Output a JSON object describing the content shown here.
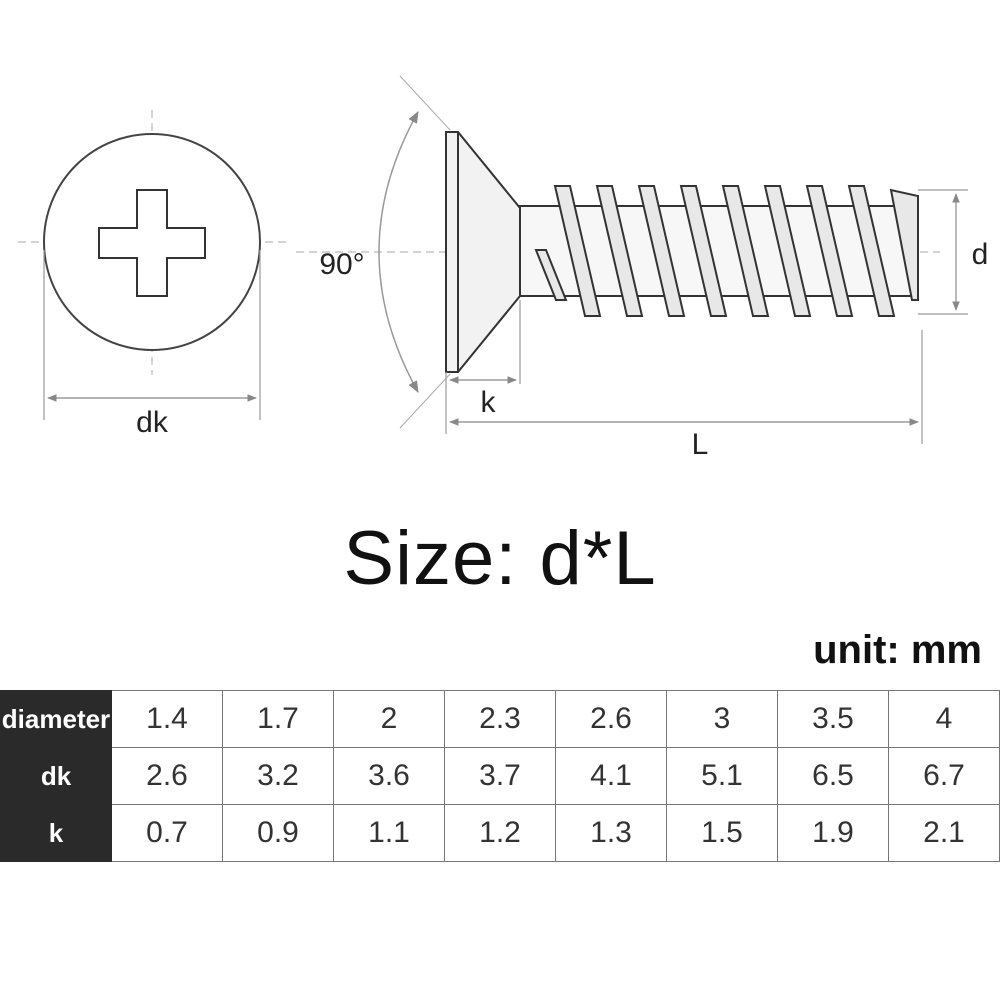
{
  "drawing": {
    "labels": {
      "head_diameter": "dk",
      "head_height": "k",
      "length": "L",
      "thread_diameter": "d",
      "angle": "90°"
    },
    "icons": [
      "phillips-cross-icon"
    ]
  },
  "title": "Size: d*L",
  "unit": "unit: mm",
  "table": {
    "rows": [
      {
        "label": "diameter",
        "values": [
          "1.4",
          "1.7",
          "2",
          "2.3",
          "2.6",
          "3",
          "3.5",
          "4"
        ]
      },
      {
        "label": "dk",
        "values": [
          "2.6",
          "3.2",
          "3.6",
          "3.7",
          "4.1",
          "5.1",
          "6.5",
          "6.7"
        ]
      },
      {
        "label": "k",
        "values": [
          "0.7",
          "0.9",
          "1.1",
          "1.2",
          "1.3",
          "1.5",
          "1.9",
          "2.1"
        ]
      }
    ]
  }
}
